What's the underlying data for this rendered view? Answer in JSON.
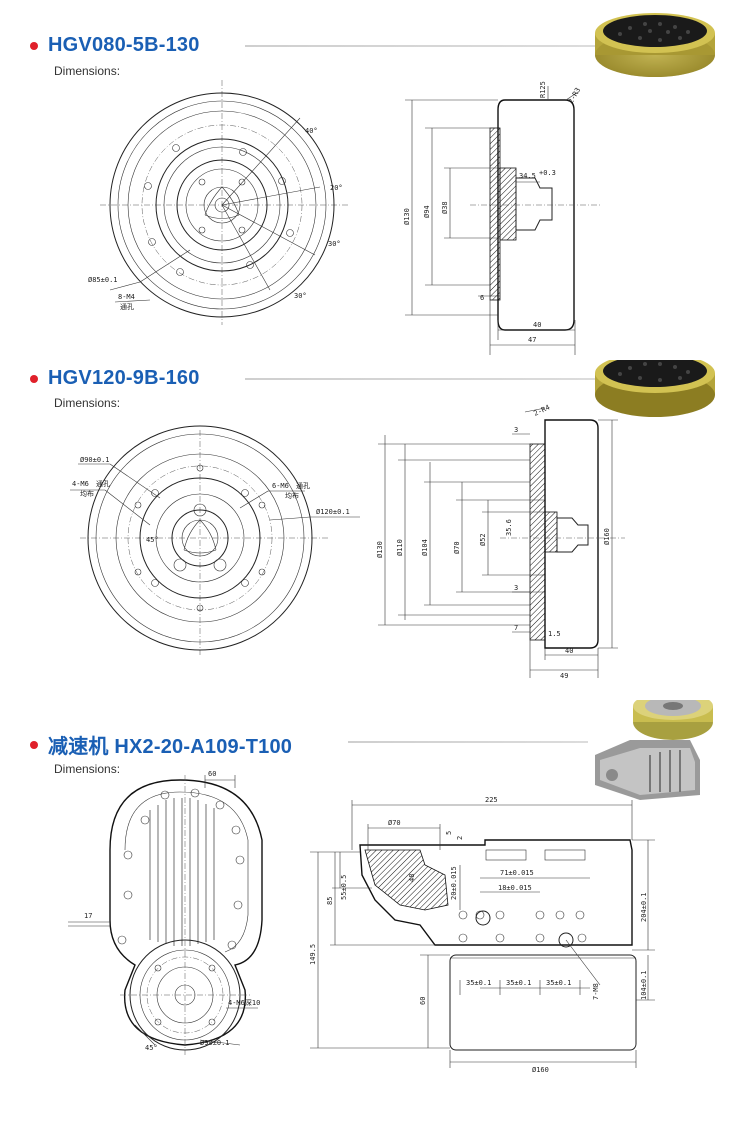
{
  "sections": [
    {
      "title": "HGV080-5B-130",
      "subtitle": "Dimensions:",
      "front_labels": [
        "40°",
        "20°",
        "30°",
        "30°",
        "Ø85±0.1",
        "8-M4",
        "通孔"
      ],
      "side_labels": [
        "R125",
        "2-R3",
        "34.5",
        "+0.3",
        "Ø130",
        "Ø94",
        "Ø38",
        "6",
        "40",
        "47"
      ]
    },
    {
      "title": "HGV120-9B-160",
      "subtitle": "Dimensions:",
      "front_labels": [
        "Ø90±0.1",
        "4-M6",
        "通孔",
        "均布",
        "6-M6",
        "通孔",
        "Ø120±0.1",
        "45°"
      ],
      "side_labels": [
        "2-R4",
        "3",
        "Ø130",
        "Ø110",
        "Ø104",
        "Ø70",
        "Ø52",
        "35.6",
        "Ø160",
        "3",
        "7",
        "1.5",
        "40",
        "49"
      ]
    },
    {
      "title": "减速机 HX2-20-A109-T100",
      "subtitle": "Dimensions:",
      "front_labels": [
        "60",
        "17",
        "4-M6深10",
        "Ø90±0.1",
        "45°"
      ],
      "side_labels": [
        "225",
        "Ø70",
        "5",
        "2",
        "20±0.015",
        "71±0.015",
        "18±0.015",
        "55±0.5",
        "85",
        "149.5",
        "60",
        "Ø160",
        "35±0.1",
        "35±0.1",
        "35±0.1",
        "204±0.1",
        "104±0.1",
        "48",
        "7-M8"
      ]
    }
  ],
  "colors": {
    "title": "#1a5fb4",
    "bullet": "#e0202a",
    "wheel_tread": "#c9b84a",
    "wheel_face": "#1a1a1a"
  },
  "icons": [
    "wheel-thumbnail",
    "wheel-thumbnail",
    "gearbox-thumbnail"
  ]
}
